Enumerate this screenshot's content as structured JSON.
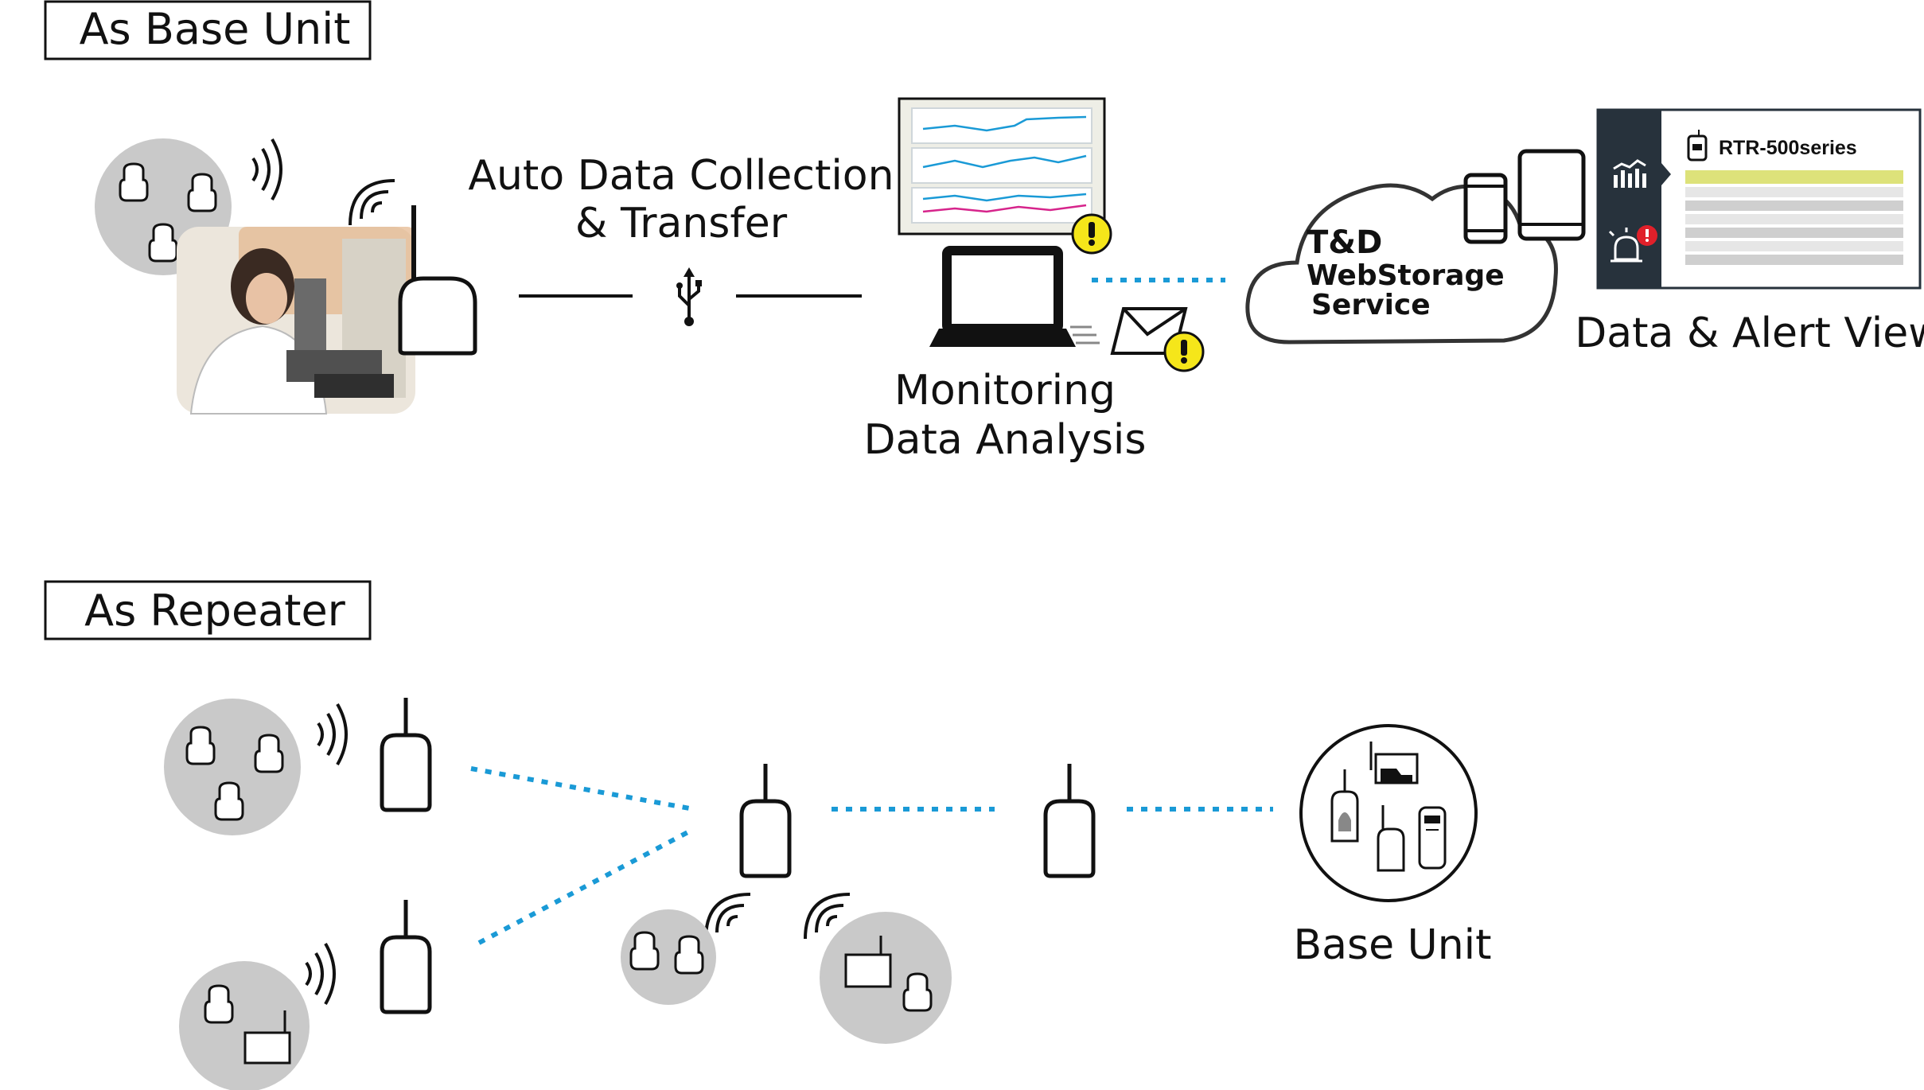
{
  "sections": {
    "base_unit_title": "As Base Unit",
    "repeater_title": "As Repeater"
  },
  "base_unit": {
    "collection_line1": "Auto Data Collection",
    "collection_line2": "& Transfer",
    "monitoring_line1": "Monitoring",
    "monitoring_line2": "Data Analysis",
    "cloud_line1": "T&D",
    "cloud_line2": "WebStorage",
    "cloud_line3": "Service",
    "alert_view_label": "Data & Alert View",
    "panel_title": "RTR-500series"
  },
  "repeater": {
    "base_unit_label": "Base Unit"
  },
  "colors": {
    "link_dotted": "#1a9ad6",
    "alert_yellow": "#f5e61a",
    "alert_red": "#e0202a",
    "panel_dark": "#27323c",
    "group_gray": "#c9c9c9",
    "panel_highlight": "#dde27a"
  }
}
